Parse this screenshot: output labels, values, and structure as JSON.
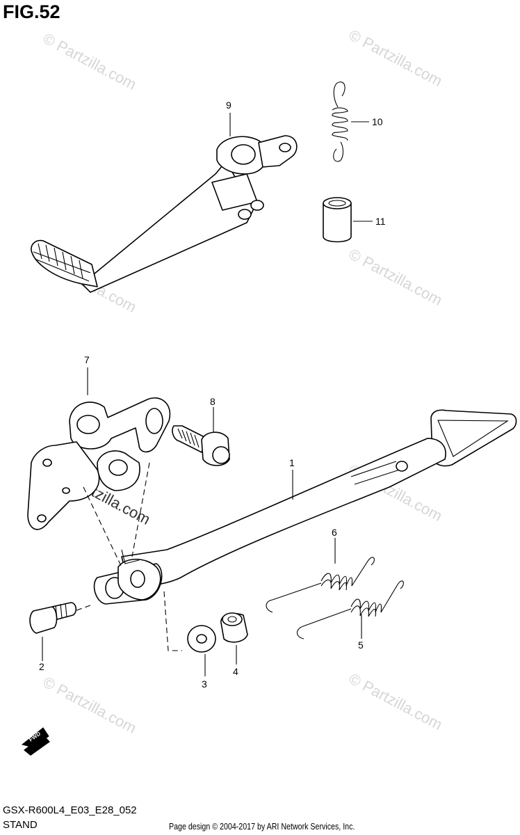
{
  "figure": {
    "title": "FIG.52",
    "model_code": "GSX-R600L4_E03_E28_052",
    "section_name": "STAND",
    "copyright": "Page design © 2004-2017 by ARI Network Services, Inc."
  },
  "callouts": [
    {
      "id": "c1",
      "label": "1"
    },
    {
      "id": "c2",
      "label": "2"
    },
    {
      "id": "c3",
      "label": "3"
    },
    {
      "id": "c4",
      "label": "4"
    },
    {
      "id": "c5",
      "label": "5"
    },
    {
      "id": "c6",
      "label": "6"
    },
    {
      "id": "c7",
      "label": "7"
    },
    {
      "id": "c8",
      "label": "8"
    },
    {
      "id": "c9",
      "label": "9"
    },
    {
      "id": "c10",
      "label": "10"
    },
    {
      "id": "c11",
      "label": "11"
    }
  ],
  "direction_badge": "FWD",
  "watermark": "© Partzilla.com"
}
